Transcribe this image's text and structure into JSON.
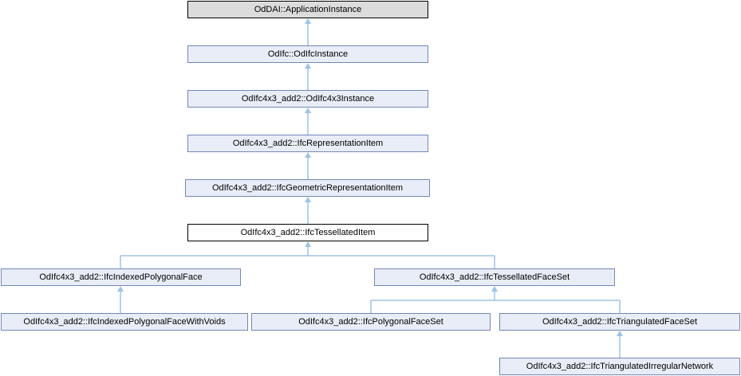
{
  "diagram": {
    "type": "class-inheritance-graph",
    "colors": {
      "node_fill": "#e9edf7",
      "node_border": "#7387b7",
      "external_fill": "#dcdcdc",
      "external_border": "#000000",
      "current_fill": "#ffffff",
      "current_border": "#000000",
      "edge": "#9dc3e6",
      "text": "#000000"
    },
    "nodes": [
      {
        "id": "oddai-applicationinstance",
        "label": "OdDAI::ApplicationInstance",
        "style": "external"
      },
      {
        "id": "odifc-odifcinstance",
        "label": "OdIfc::OdIfcInstance",
        "style": "linked"
      },
      {
        "id": "odifc4x3instance",
        "label": "OdIfc4x3_add2::OdIfc4x3Instance",
        "style": "linked"
      },
      {
        "id": "ifcrepresentationitem",
        "label": "OdIfc4x3_add2::IfcRepresentationItem",
        "style": "linked"
      },
      {
        "id": "ifcgeometricrepresentationitem",
        "label": "OdIfc4x3_add2::IfcGeometricRepresentationItem",
        "style": "linked"
      },
      {
        "id": "ifctessellateditem",
        "label": "OdIfc4x3_add2::IfcTessellatedItem",
        "style": "current"
      },
      {
        "id": "ifcindexedpolygonalface",
        "label": "OdIfc4x3_add2::IfcIndexedPolygonalFace",
        "style": "linked"
      },
      {
        "id": "ifctessellatedfaceset",
        "label": "OdIfc4x3_add2::IfcTessellatedFaceSet",
        "style": "linked"
      },
      {
        "id": "ifcindexedpolygonalfacewithvoids",
        "label": "OdIfc4x3_add2::IfcIndexedPolygonalFaceWithVoids",
        "style": "linked"
      },
      {
        "id": "ifcpolygonalfaceset",
        "label": "OdIfc4x3_add2::IfcPolygonalFaceSet",
        "style": "linked"
      },
      {
        "id": "ifctriangulatedfaceset",
        "label": "OdIfc4x3_add2::IfcTriangulatedFaceSet",
        "style": "linked"
      },
      {
        "id": "ifctriangulatedirregularnetwork",
        "label": "OdIfc4x3_add2::IfcTriangulatedIrregularNetwork",
        "style": "linked"
      }
    ],
    "edges": [
      {
        "child": "odifc-odifcinstance",
        "parent": "oddai-applicationinstance"
      },
      {
        "child": "odifc4x3instance",
        "parent": "odifc-odifcinstance"
      },
      {
        "child": "ifcrepresentationitem",
        "parent": "odifc4x3instance"
      },
      {
        "child": "ifcgeometricrepresentationitem",
        "parent": "ifcrepresentationitem"
      },
      {
        "child": "ifctessellateditem",
        "parent": "ifcgeometricrepresentationitem"
      },
      {
        "child": "ifcindexedpolygonalface",
        "parent": "ifctessellateditem"
      },
      {
        "child": "ifctessellatedfaceset",
        "parent": "ifctessellateditem"
      },
      {
        "child": "ifcindexedpolygonalfacewithvoids",
        "parent": "ifcindexedpolygonalface"
      },
      {
        "child": "ifcpolygonalfaceset",
        "parent": "ifctessellatedfaceset"
      },
      {
        "child": "ifctriangulatedfaceset",
        "parent": "ifctessellatedfaceset"
      },
      {
        "child": "ifctriangulatedirregularnetwork",
        "parent": "ifctriangulatedfaceset"
      }
    ]
  }
}
